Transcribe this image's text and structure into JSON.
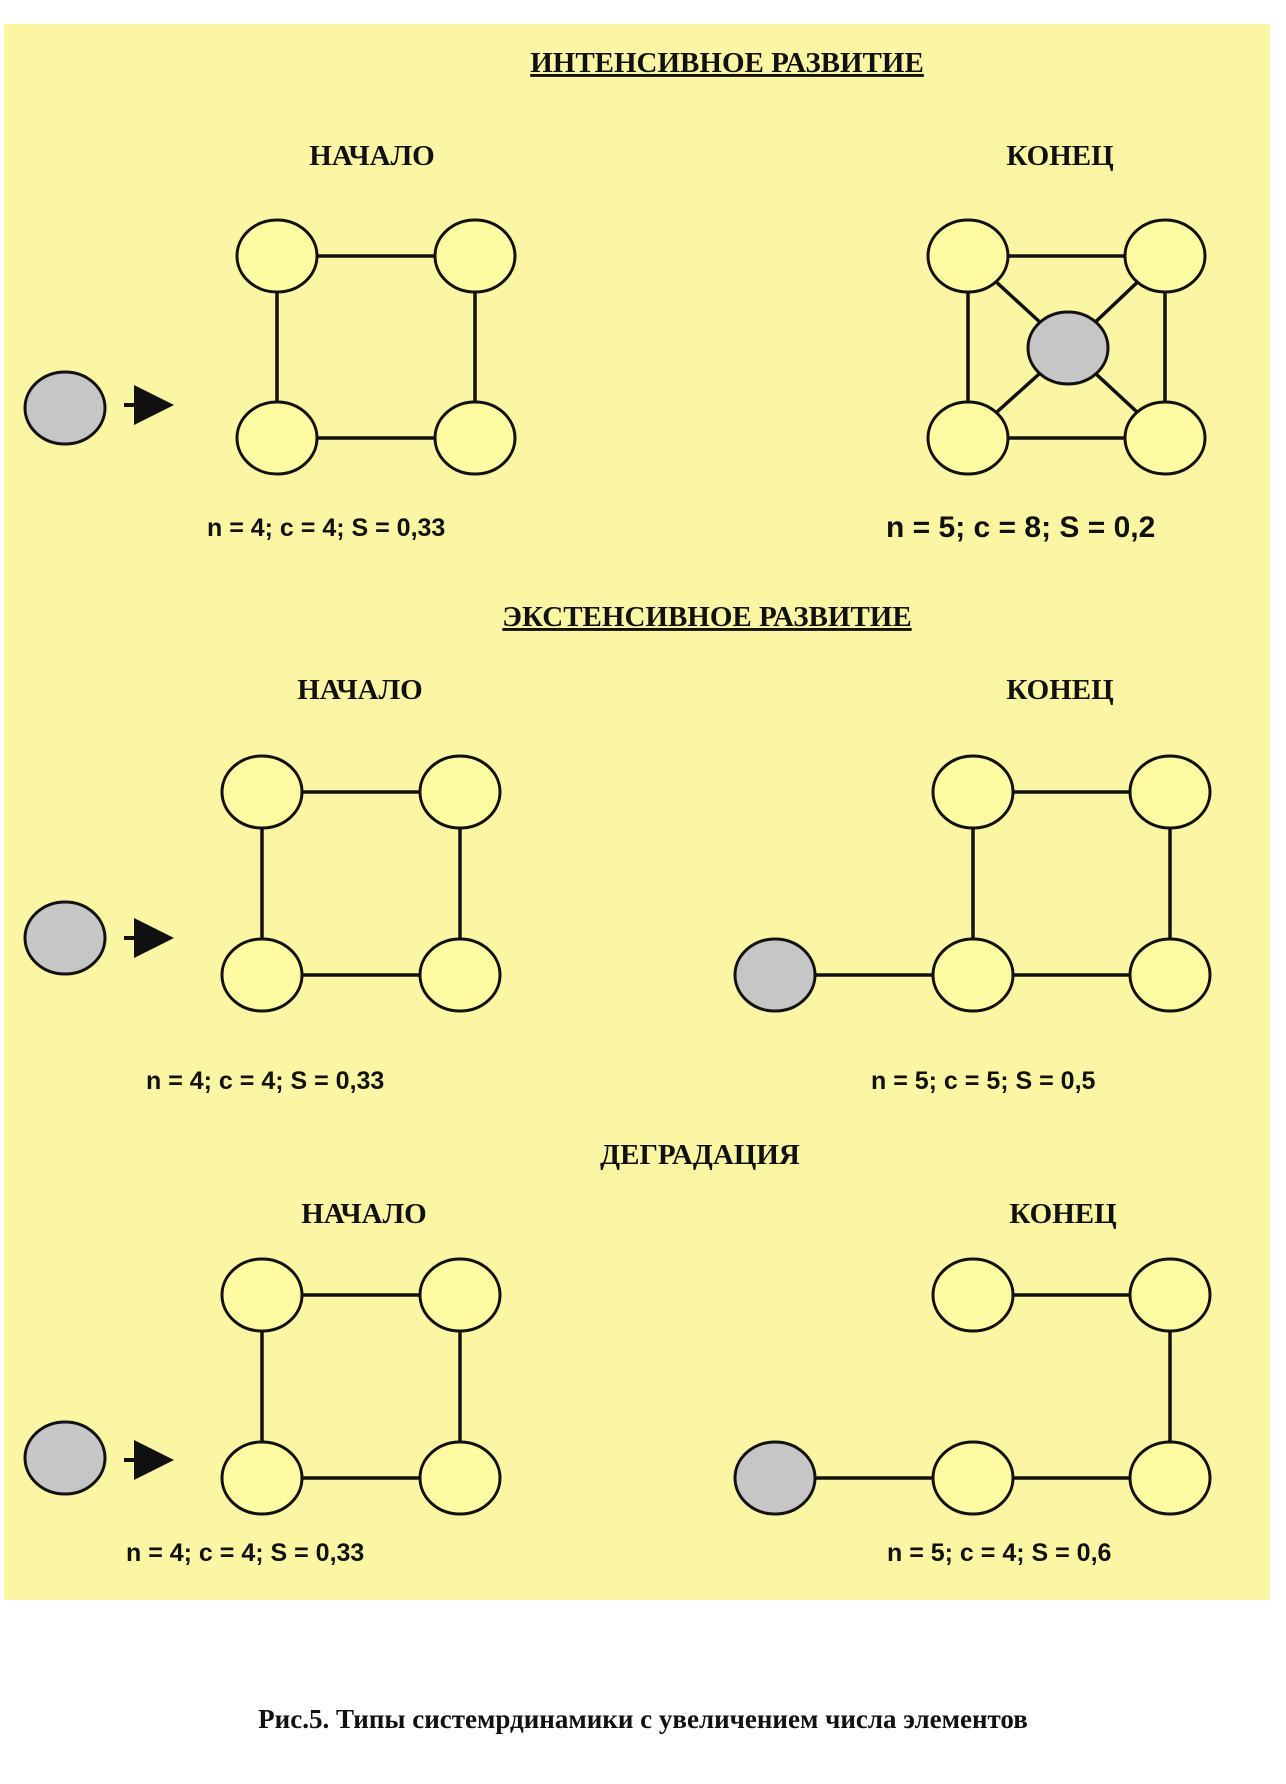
{
  "sections": [
    {
      "title": "ИНТЕНСИВНОЕ РАЗВИТИЕ",
      "start_label": "НАЧАЛО",
      "end_label": "КОНЕЦ",
      "start_stats": "n = 4; c = 4;  S = 0,33",
      "end_stats": "n = 5; c = 8;  S = 0,2"
    },
    {
      "title": "ЭКСТЕНСИВНОЕ  РАЗВИТИЕ",
      "start_label": "НАЧАЛО",
      "end_label": "КОНЕЦ",
      "start_stats": "n = 4; c = 4;  S = 0,33",
      "end_stats": "n = 5; c = 5;  S = 0,5"
    },
    {
      "title": "ДЕГРАДАЦИЯ",
      "start_label": "НАЧАЛО",
      "end_label": "КОНЕЦ",
      "start_stats": "n = 4; c = 4;  S = 0,33",
      "end_stats": "n = 5; c = 4;  S = 0,6"
    }
  ],
  "caption": "Рис.5. Типы системрдинамики с увеличением числа элементов",
  "colors": {
    "background": "#fbf6a3",
    "node_fill": "#fdfca2",
    "new_node_fill": "#c6c6c6",
    "stroke": "#111111"
  }
}
